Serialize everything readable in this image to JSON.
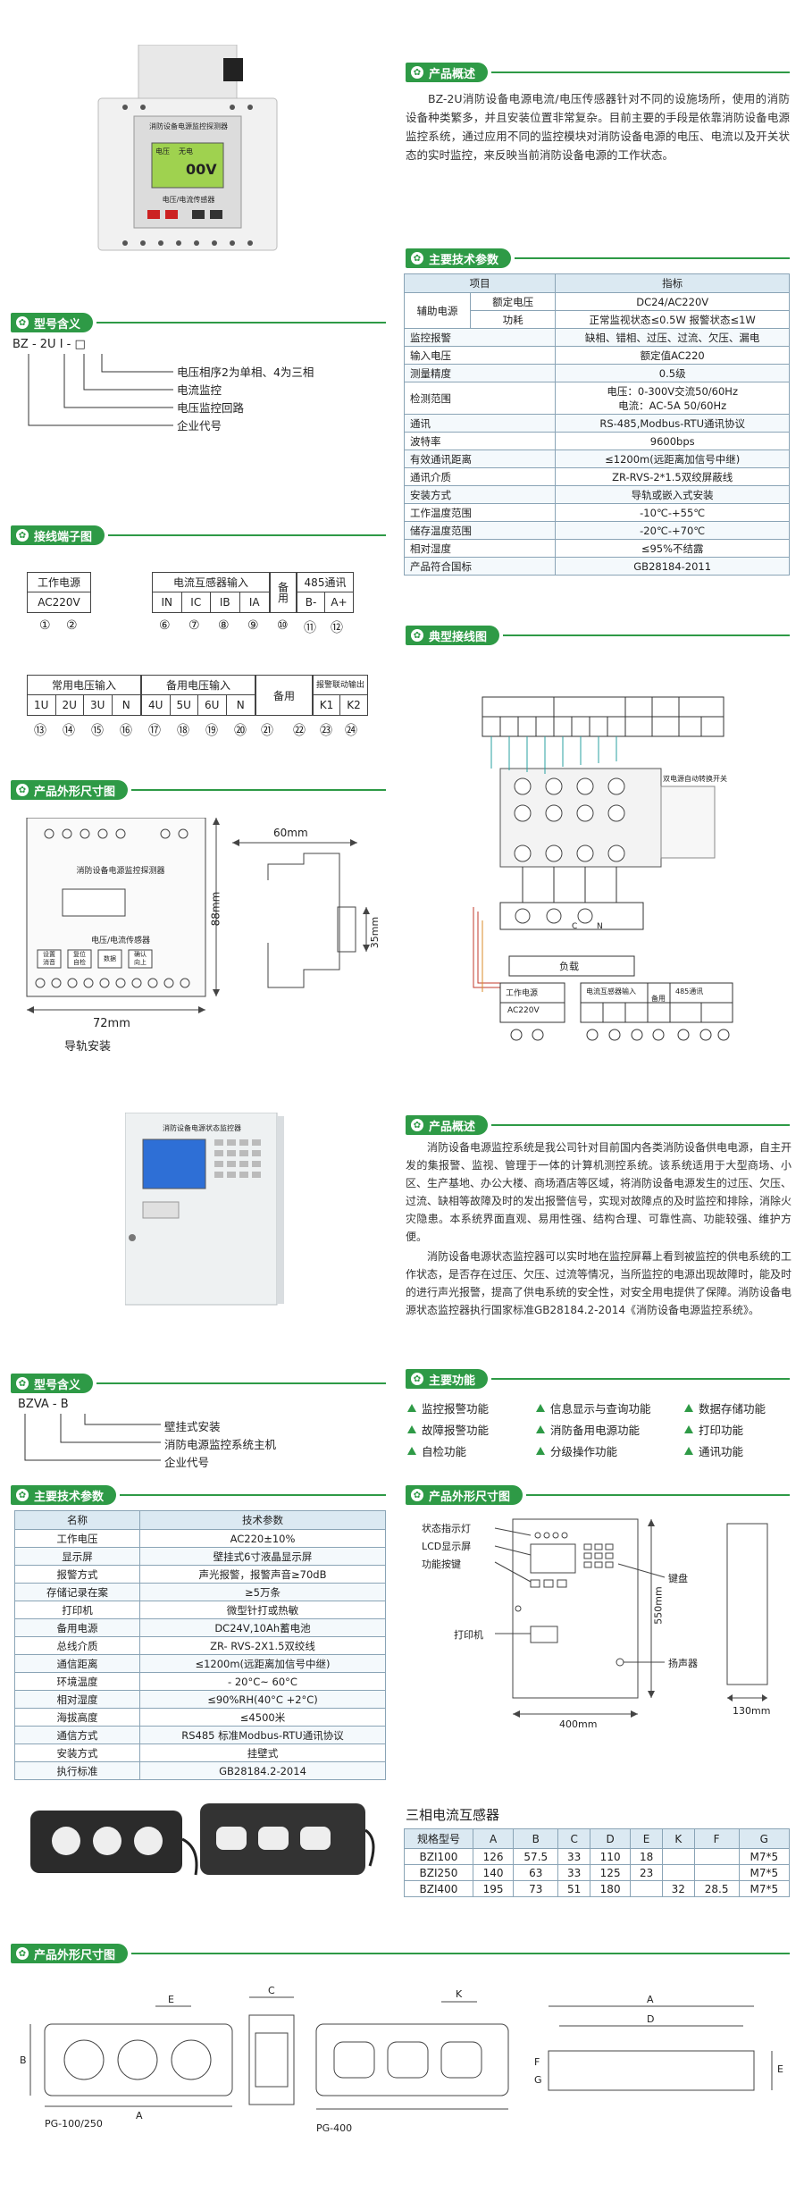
{
  "sections": {
    "overview1": "产品概述",
    "model_meaning1": "型号含义",
    "specs1": "主要技术参数",
    "terminal": "接线端子图",
    "typical_wiring": "典型接线图",
    "dimensions1": "产品外形尺寸图",
    "overview2": "产品概述",
    "model_meaning2": "型号含义",
    "functions": "主要功能",
    "specs2": "主要技术参数",
    "dimensions2": "产品外形尺寸图",
    "dimensions3": "产品外形尺寸图"
  },
  "device1": {
    "title": "消防设备电源监控探测器",
    "screen_a": "电压",
    "screen_b": "无电",
    "screen_val": "00V",
    "subtitle": "电压/电流传感器"
  },
  "overview1_text": "BZ-2U消防设备电源电流/电压传感器针对不同的设施场所，使用的消防设备种类繁多，并且安装位置非常复杂。目前主要的手段是依靠消防设备电源监控系统，通过应用不同的监控模块对消防设备电源的电压、电流以及开关状态的实时监控，来反映当前消防设备电源的工作状态。",
  "model1": {
    "code": "BZ - 2U  I - □",
    "items": [
      "电压相序2为单相、4为三相",
      "电流监控",
      "电压监控回路",
      "企业代号"
    ]
  },
  "specs1": {
    "headers": [
      "项目",
      "指标"
    ],
    "aux_label": "辅助电源",
    "aux_rows": [
      [
        "额定电压",
        "DC24/AC220V"
      ],
      [
        "功耗",
        "正常监视状态≤0.5W      报警状态≤1W"
      ]
    ],
    "rows": [
      [
        "监控报警",
        "缺相、错相、过压、过流、欠压、漏电"
      ],
      [
        "输入电压",
        "额定值AC220"
      ],
      [
        "测量精度",
        "0.5级"
      ],
      [
        "检测范围",
        "电压：0-300V交流50/60Hz\n电流：AC-5A 50/60Hz"
      ],
      [
        "通讯",
        "RS-485,Modbus-RTU通讯协议"
      ],
      [
        "波特率",
        "9600bps"
      ],
      [
        "有效通讯距离",
        "≤1200m(远距离加信号中继)"
      ],
      [
        "通讯介质",
        "ZR-RVS-2*1.5双绞屏蔽线"
      ],
      [
        "安装方式",
        "导轨或嵌入式安装"
      ],
      [
        "工作温度范围",
        "-10℃-+55℃"
      ],
      [
        "储存温度范围",
        "-20℃-+70℃"
      ],
      [
        "相对湿度",
        "≤95%不结露"
      ],
      [
        "产品符合国标",
        "GB28184-2011"
      ]
    ]
  },
  "terminal1": {
    "g1": "工作电源",
    "g1v": "AC220V",
    "g2": "电流互感器输入",
    "g2v": [
      "IN",
      "IC",
      "IB",
      "IA"
    ],
    "g3": "备用",
    "g4": "485通讯",
    "g4v": [
      "B-",
      "A+"
    ],
    "nums": [
      "①",
      "②",
      "⑥",
      "⑦",
      "⑧",
      "⑨",
      "⑩",
      "⑪",
      "⑫"
    ]
  },
  "terminal2": {
    "g1": "常用电压输入",
    "g1v": [
      "1U",
      "2U",
      "3U",
      "N"
    ],
    "g2": "备用电压输入",
    "g2v": [
      "4U",
      "5U",
      "6U",
      "N"
    ],
    "g3": "备用",
    "g4": "报警联动输出",
    "g4v": [
      "K1",
      "K2"
    ],
    "nums": [
      "⑬",
      "⑭",
      "⑮",
      "⑯",
      "⑰",
      "⑱",
      "⑲",
      "⑳",
      "㉑",
      "㉒",
      "㉓",
      "㉔"
    ]
  },
  "wiring": {
    "switch": "双电源自动转换开关",
    "load": "负载",
    "c": "C",
    "n": "N",
    "power": "工作电源",
    "power_v": "AC220V",
    "ct": "电流互感器输入",
    "spare": "备用",
    "comm": "485通讯"
  },
  "dim1": {
    "width_top": "60mm",
    "height": "88mm",
    "depth": "35mm",
    "width_bottom": "72mm",
    "rail": "导轨安装",
    "title": "消防设备电源监控探测器",
    "subtitle": "电压/电流传感器",
    "buttons": [
      "设置\n消音",
      "复位\n自检",
      "数据",
      "确认\n向上"
    ]
  },
  "device2": {
    "title": "消防设备电源状态监控器"
  },
  "overview2_text1": "消防设备电源监控系统是我公司针对目前国内各类消防设备供电电源，自主开发的集报警、监视、管理于一体的计算机测控系统。该系统适用于大型商场、小区、生产基地、办公大楼、商场酒店等区域，将消防设备电源发生的过压、欠压、过流、缺相等故障及时的发出报警信号，实现对故障点的及时监控和排除，消除火灾隐患。本系统界面直观、易用性强、结构合理、可靠性高、功能较强、维护方便。",
  "overview2_text2": "消防设备电源状态监控器可以实时地在监控屏幕上看到被监控的供电系统的工作状态，是否存在过压、欠压、过流等情况，当所监控的电源出现故障时，能及时的进行声光报警，提高了供电系统的安全性，对安全用电提供了保障。消防设备电源状态监控器执行国家标准GB28184.2-2014《消防设备电源监控系统》。",
  "model2": {
    "code": "BZVA - B",
    "items": [
      "壁挂式安装",
      "消防电源监控系统主机",
      "企业代号"
    ]
  },
  "functions": [
    "监控报警功能",
    "信息显示与查询功能",
    "数据存储功能",
    "故障报警功能",
    "消防备用电源功能",
    "打印功能",
    "自检功能",
    "分级操作功能",
    "通讯功能"
  ],
  "specs2": {
    "headers": [
      "名称",
      "技术参数"
    ],
    "rows": [
      [
        "工作电压",
        "AC220±10%"
      ],
      [
        "显示屏",
        "壁挂式6寸液晶显示屏"
      ],
      [
        "报警方式",
        "声光报警，报警声音≥70dB"
      ],
      [
        "存储记录在案",
        "≥5万条"
      ],
      [
        "打印机",
        "微型针打或热敏"
      ],
      [
        "备用电源",
        "DC24V,10Ah蓄电池"
      ],
      [
        "总线介质",
        "ZR- RVS-2X1.5双绞线"
      ],
      [
        "通信距离",
        "≤1200m(远距离加信号中继)"
      ],
      [
        "环境温度",
        "- 20°C~ 60°C"
      ],
      [
        "相对湿度",
        "≤90%RH(40°C +2°C)"
      ],
      [
        "海拔高度",
        "≤4500米"
      ],
      [
        "通信方式",
        "RS485 标准Modbus-RTU通讯协议"
      ],
      [
        "安装方式",
        "挂壁式"
      ],
      [
        "执行标准",
        "GB28184.2-2014"
      ]
    ]
  },
  "dim2": {
    "labels": [
      "状态指示灯",
      "LCD显示屏",
      "功能按键",
      "打印机",
      "键盘",
      "扬声器"
    ],
    "height": "550mm",
    "width": "400mm",
    "depth": "130mm"
  },
  "ct_table": {
    "title": "三相电流互感器",
    "headers": [
      "规格型号",
      "A",
      "B",
      "C",
      "D",
      "E",
      "K",
      "F",
      "G"
    ],
    "rows": [
      [
        "BZI100",
        "126",
        "57.5",
        "33",
        "110",
        "18",
        "",
        "",
        "M7*5"
      ],
      [
        "BZI250",
        "140",
        "63",
        "33",
        "125",
        "23",
        "",
        "",
        "M7*5"
      ],
      [
        "BZI400",
        "195",
        "73",
        "51",
        "180",
        "",
        "32",
        "28.5",
        "M7*5"
      ]
    ]
  },
  "dim3": {
    "pg1": "PG-100/250",
    "pg2": "PG-400",
    "letters": [
      "A",
      "B",
      "C",
      "D",
      "E",
      "F",
      "G",
      "K"
    ]
  }
}
